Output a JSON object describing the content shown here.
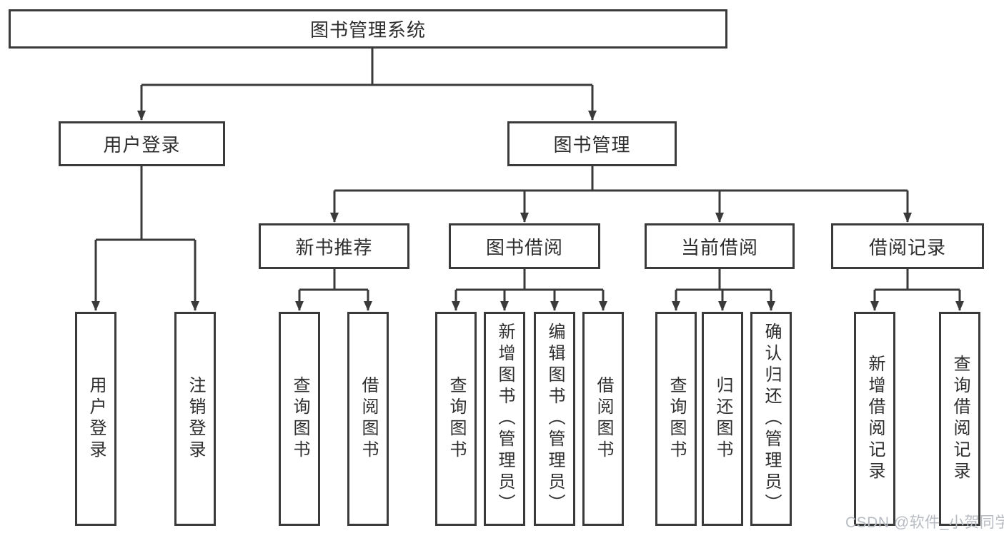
{
  "diagram": {
    "root": {
      "label": "图书管理系统"
    },
    "user_login": {
      "label": "用户登录",
      "children": [
        {
          "label": "用户登录"
        },
        {
          "label": "注销登录"
        }
      ]
    },
    "book_mgmt": {
      "label": "图书管理",
      "children": [
        {
          "label": "新书推荐",
          "children": [
            {
              "label": "查询图书"
            },
            {
              "label": "借阅图书"
            }
          ]
        },
        {
          "label": "图书借阅",
          "children": [
            {
              "label": "查询图书"
            },
            {
              "label": "新增图书（管理员）"
            },
            {
              "label": "编辑图书（管理员）"
            },
            {
              "label": "借阅图书"
            }
          ]
        },
        {
          "label": "当前借阅",
          "children": [
            {
              "label": "查询图书"
            },
            {
              "label": "归还图书"
            },
            {
              "label": "确认归还（管理员）"
            }
          ]
        },
        {
          "label": "借阅记录",
          "children": [
            {
              "label": "新增借阅记录"
            },
            {
              "label": "查询借阅记录"
            }
          ]
        }
      ]
    },
    "watermark": "CSDN @软件_小贺同学",
    "colors": {
      "line": "#3a3a3a",
      "box_border": "#3a3a3a",
      "box_background": "#ffffff",
      "text": "#2e2e2e",
      "watermark_text": "#b7bcc2",
      "background": "#ffffff"
    }
  }
}
